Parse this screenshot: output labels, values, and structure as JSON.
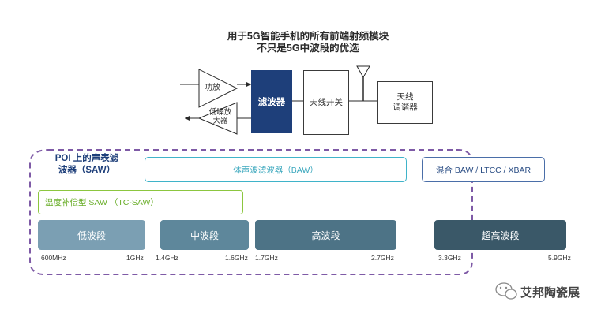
{
  "title": {
    "line1": "用于5G智能手机的所有前端射频模块",
    "line2": "不只是5G中波段的优选"
  },
  "block_diagram": {
    "pa": "功放",
    "lna_line1": "低噪放",
    "lna_line2": "大器",
    "filter": "滤波器",
    "switch": "天线开关",
    "tuner_line1": "天线",
    "tuner_line2": "调谐器"
  },
  "poi_label": {
    "line1": "POI 上的声表滤",
    "line2": "波器（SAW）"
  },
  "technologies": {
    "baw": "体声波滤波器（BAW）",
    "mixed": "混合 BAW / LTCC / XBAR",
    "tc_saw": "温度补偿型 SAW （TC-SAW）"
  },
  "bands": [
    {
      "label": "低波段",
      "low": "600MHz",
      "high": "1GHz",
      "color": "#7b9fb3"
    },
    {
      "label": "中波段",
      "low": "1.4GHz",
      "high": "1.6GHz",
      "color": "#5e879b"
    },
    {
      "label": "高波段",
      "low": "1.7GHz",
      "high": "2.7GHz",
      "color": "#4d7386"
    },
    {
      "label": "超高波段",
      "low": "3.3GHz",
      "high": "5.9GHz",
      "color": "#3a5868"
    }
  ],
  "colors": {
    "filter": "#1e3f7a",
    "poi_dashed": "#7e5aa6",
    "baw": "#3fb3c9",
    "mixed": "#4a6ea8",
    "tc_saw": "#8cc63f"
  },
  "watermark": {
    "text": "艾邦陶瓷展",
    "icon": "wechat-icon"
  }
}
